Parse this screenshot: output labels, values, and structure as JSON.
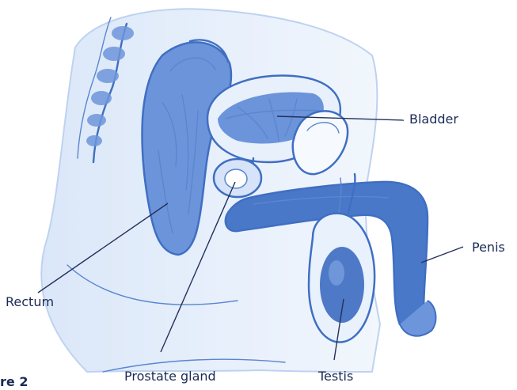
{
  "figure_caption": "re 2",
  "labels": {
    "bladder": "Bladder",
    "penis": "Penis",
    "rectum": "Rectum",
    "prostate": "Prostate gland",
    "testis": "Testis"
  },
  "colors": {
    "ink": "#3f6fc2",
    "dark_fill": "#4a78c8",
    "mid_fill": "#8fb0e6",
    "light_fill": "#dfe9f9",
    "label_text": "#1b2a55",
    "leader_line": "#23305a"
  }
}
